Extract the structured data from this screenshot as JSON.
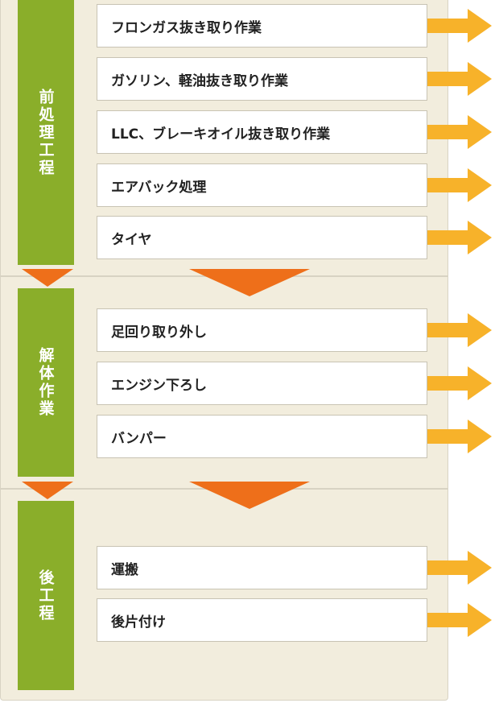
{
  "colors": {
    "stage_green": "#8aae2a",
    "arrow_yellow": "#f7b22a",
    "down_orange": "#ee6f1a",
    "panel_beige": "#f2eddd"
  },
  "stages": [
    {
      "label": "前処理工程",
      "steps": [
        "フロンガス抜き取り作業",
        "ガソリン、軽油抜き取り作業",
        "LLC、ブレーキオイル抜き取り作業",
        "エアバック処理",
        "タイヤ"
      ]
    },
    {
      "label": "解体作業",
      "steps": [
        "足回り取り外し",
        "エンジン下ろし",
        "バンパー"
      ]
    },
    {
      "label": "後工程",
      "steps": [
        "運搬",
        "後片付け"
      ]
    }
  ]
}
